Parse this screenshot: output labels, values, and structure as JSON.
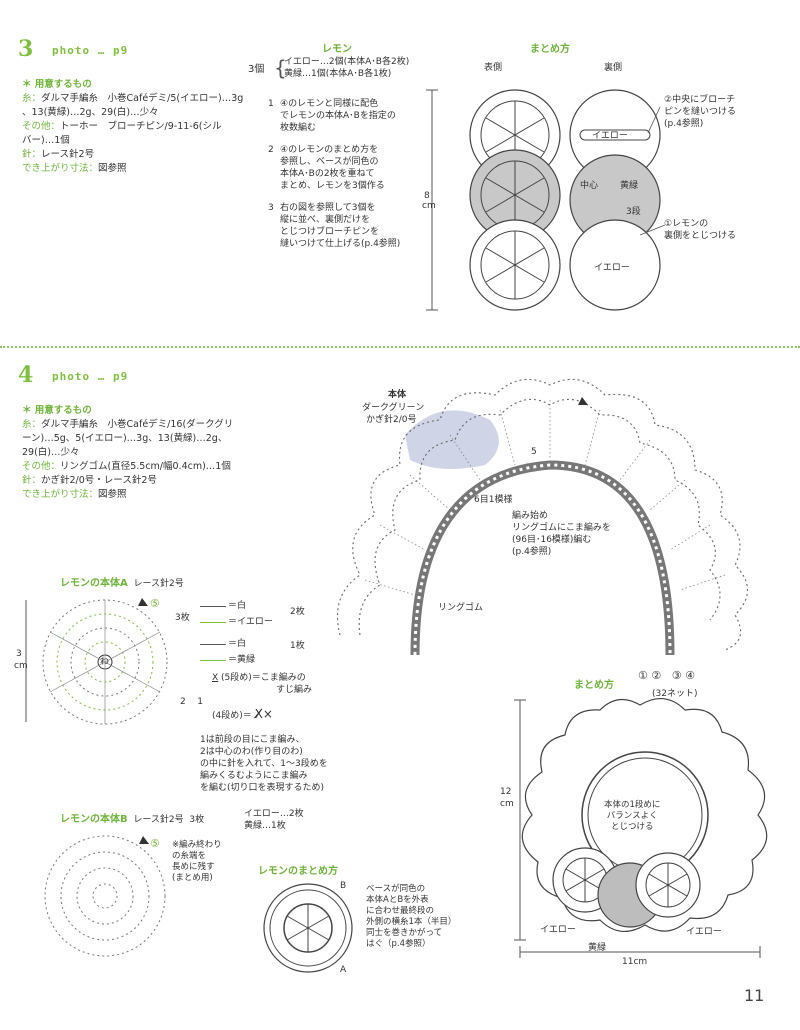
{
  "section3": {
    "num": "3",
    "photo": "photo … p9",
    "materials_title": "＊ 用意するもの",
    "materials": [
      {
        "label": "糸：",
        "text": "ダルマ手編糸　小巻Caféデミ/5(イエロー)…3g"
      },
      {
        "label": "",
        "text": "、13(黄緑)…2g、29(白)…少々"
      },
      {
        "label": "その他：",
        "text": "トーホー　ブローチピン/9-11-6(シル"
      },
      {
        "label": "",
        "text": "バー)…1個"
      },
      {
        "label": "針：",
        "text": "レース針2号"
      },
      {
        "label": "でき上がり寸法：",
        "text": "図参照"
      }
    ],
    "lemon_title": "レモン",
    "lemon_count": "3個",
    "lemon_lines": [
      "イエロー…2個(本体A･B各2枚)",
      "黄緑…1個(本体A･B各1枚)"
    ],
    "steps": [
      {
        "n": "1",
        "lines": [
          "④のレモンと同様に配色",
          "でレモンの本体A･Bを指定の",
          "枚数編む"
        ]
      },
      {
        "n": "2",
        "lines": [
          "④のレモンのまとめ方を",
          "参照し、ベースが同色の",
          "本体A･Bの2枚を重ねて",
          "まとめ、レモンを3個作る"
        ]
      },
      {
        "n": "3",
        "lines": [
          "右の図を参照して3個を",
          "縦に並べ、裏側だけを",
          "とじつけブローチピンを",
          "縫いつけて仕上げる(p.4参照)"
        ]
      }
    ],
    "assembly_title": "まとめ方",
    "front_label": "表側",
    "back_label": "裏側",
    "height_label": "8",
    "height_unit": "cm",
    "yellow": "イエロー",
    "center": "中心",
    "kimidori": "黄緑",
    "rounds3": "3段",
    "pin_note": [
      "②中央にブローチ",
      "ピンを縫いつける",
      "(p.4参照)"
    ],
    "sew_note": [
      "①レモンの",
      "裏側をとじつける"
    ]
  },
  "section4": {
    "num": "4",
    "photo": "photo … p9",
    "materials_title": "＊ 用意するもの",
    "materials": [
      {
        "label": "糸：",
        "text": "ダルマ手編糸　小巻Caféデミ/16(ダークグリ"
      },
      {
        "label": "",
        "text": "ーン)…5g、5(イエロー)…3g、13(黄緑)…2g、"
      },
      {
        "label": "",
        "text": "29(白)…少々"
      },
      {
        "label": "その他：",
        "text": "リングゴム(直径5.5cm/幅0.4cm)…1個"
      },
      {
        "label": "針：",
        "text": "かぎ針2/0号・レース針2号"
      },
      {
        "label": "でき上がり寸法：",
        "text": "図参照"
      }
    ],
    "body_title": "本体",
    "body_color": "ダークグリーン",
    "body_hook": "かぎ針2/0号",
    "pattern_note": "6目1模様",
    "start_note": [
      "編み始め",
      "リングゴムにこま編みを",
      "(96目･16模様)編む",
      "(p.4参照)"
    ],
    "ring_label": "リングゴム",
    "five": "5",
    "nets": "(32ネット)",
    "rows_marks": [
      "①",
      "②",
      "③",
      "④"
    ],
    "lemonA_title": "レモンの本体A",
    "lemonA_hook": "レース針2号",
    "lemonA_size": "3",
    "lemonA_unit": "cm",
    "lemonA_count": "3枚",
    "colors_A": [
      "＝白",
      "＝イエロー",
      "＝白",
      "＝黄緑"
    ],
    "counts_A": [
      "2枚",
      "1枚"
    ],
    "legend1": [
      "(5段め)＝こま編みの",
      "すじ編み"
    ],
    "legend2": "(4段め)＝",
    "legend_nums": [
      "2",
      "1"
    ],
    "legend_note": [
      "1は前段の目にこま編み、",
      "2は中心のわ(作り目のわ)",
      "の中に針を入れて、1～3段めを",
      "編みくるむようにこま編み",
      "を編む(切り口を表現するため)"
    ],
    "lemonB_title": "レモンの本体B",
    "lemonB_hook": "レース針2号",
    "lemonB_count": "3枚",
    "lemonB_lines": [
      "イエロー…2枚",
      "黄緑…1枚"
    ],
    "lemonB_note": [
      "※編み終わり",
      "の糸端を",
      "長めに残す",
      "(まとめ用)"
    ],
    "lemon_assembly_title": "レモンのまとめ方",
    "lemon_assembly_note": [
      "ベースが同色の",
      "本体AとBを外表",
      "に合わせ最終段の",
      "外側の横糸1本（半目）",
      "同士を巻きかがって",
      "はぐ（p.4参照）"
    ],
    "marker_A": "A",
    "marker_B": "B",
    "marker_five": "⑤",
    "wa": "わ",
    "assembly_title": "まとめ方",
    "assembly_note": [
      "本体の1段めに",
      "バランスよく",
      "とじつける"
    ],
    "height_label": "12",
    "width_label": "11cm",
    "yellow": "イエロー",
    "kimidori": "黄緑"
  },
  "page_number": "11",
  "colors": {
    "accent": "#7fbf3f",
    "gray": "#c8c8c8",
    "dark": "#555555"
  }
}
